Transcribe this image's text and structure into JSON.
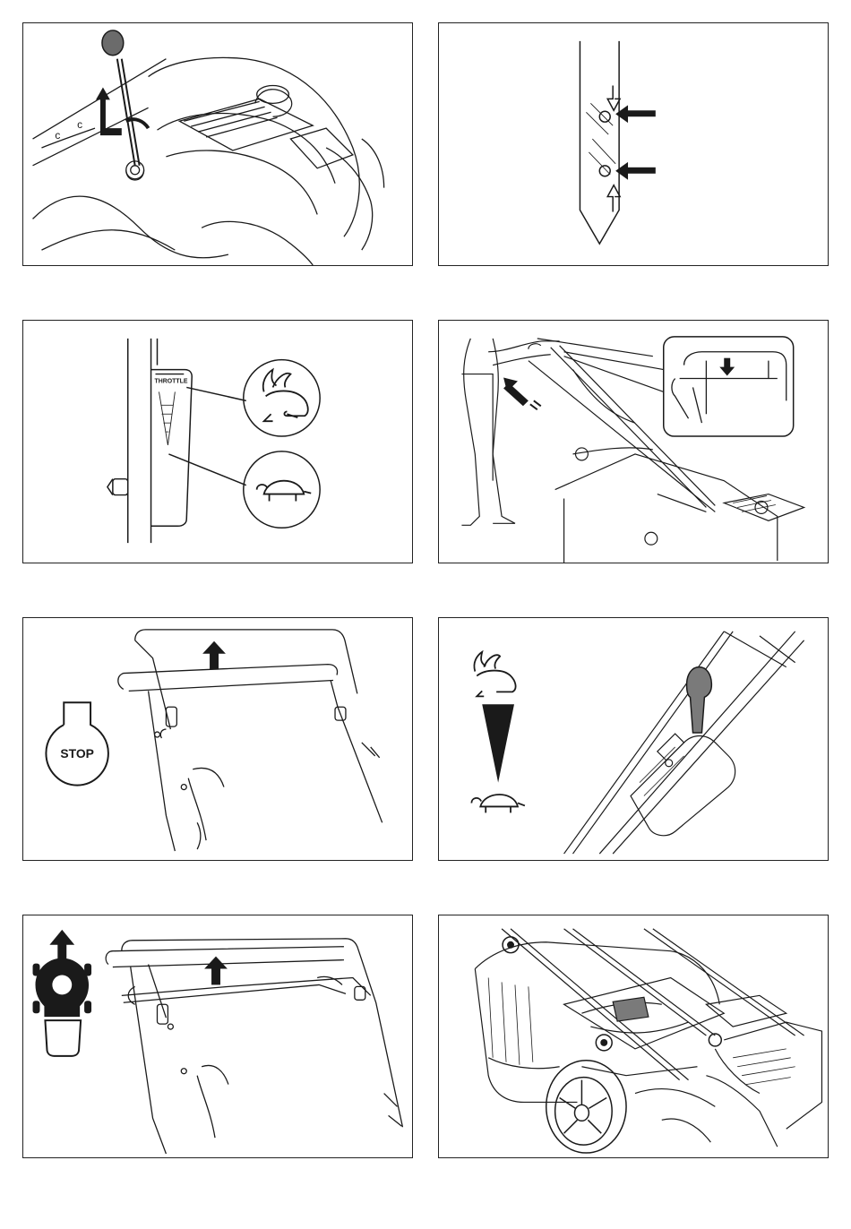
{
  "figures": [
    {
      "id": "fig1",
      "subject": "dipstick-pull"
    },
    {
      "id": "fig2",
      "subject": "oil-level-dipstick"
    },
    {
      "id": "fig3",
      "subject": "throttle-lever"
    },
    {
      "id": "fig4",
      "subject": "operator-presence-bar"
    },
    {
      "id": "fig5",
      "subject": "handle-stop"
    },
    {
      "id": "fig6",
      "subject": "throttle-fast-slow"
    },
    {
      "id": "fig7",
      "subject": "self-propel-bar"
    },
    {
      "id": "fig8",
      "subject": "mower-overview"
    }
  ],
  "labels": {
    "throttle": "THROTTLE",
    "stop": "STOP"
  },
  "colors": {
    "ink": "#1a1a1a",
    "fill_gray": "#7a7a7a",
    "knob_gray": "#6b6b6b"
  }
}
